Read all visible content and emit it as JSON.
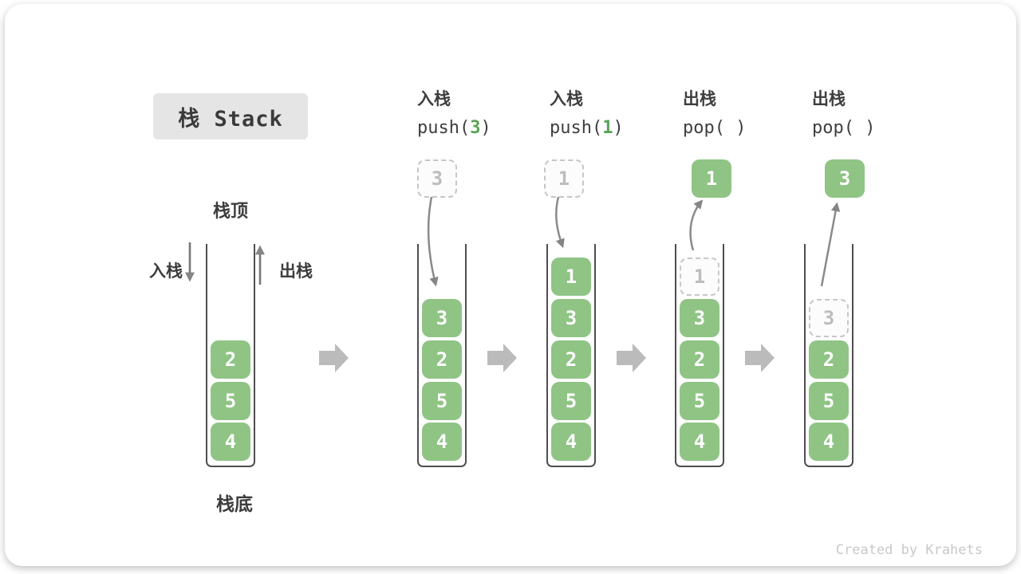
{
  "title": {
    "text": "栈 Stack"
  },
  "annotations": {
    "stack_top": "栈顶",
    "stack_bottom": "栈底",
    "push_side": "入栈",
    "pop_side": "出栈"
  },
  "operations": [
    {
      "cn": "入栈",
      "code_pre": "push(",
      "arg": "3",
      "code_post": ")"
    },
    {
      "cn": "入栈",
      "code_pre": "push(",
      "arg": "1",
      "code_post": ")"
    },
    {
      "cn": "出栈",
      "code_pre": "pop(",
      "arg": " ",
      "code_post": ")"
    },
    {
      "cn": "出栈",
      "code_pre": "pop(",
      "arg": " ",
      "code_post": ")"
    }
  ],
  "floating_values": [
    {
      "value": "3",
      "style": "ghost"
    },
    {
      "value": "1",
      "style": "ghost"
    },
    {
      "value": "1",
      "style": "solid"
    },
    {
      "value": "3",
      "style": "solid"
    }
  ],
  "stacks": [
    {
      "cells": [
        {
          "v": "2"
        },
        {
          "v": "5"
        },
        {
          "v": "4"
        }
      ]
    },
    {
      "cells": [
        {
          "v": "3"
        },
        {
          "v": "2"
        },
        {
          "v": "5"
        },
        {
          "v": "4"
        }
      ]
    },
    {
      "cells": [
        {
          "v": "1"
        },
        {
          "v": "3"
        },
        {
          "v": "2"
        },
        {
          "v": "5"
        },
        {
          "v": "4"
        }
      ]
    },
    {
      "cells": [
        {
          "v": "1",
          "state": "ghost"
        },
        {
          "v": "3"
        },
        {
          "v": "2"
        },
        {
          "v": "5"
        },
        {
          "v": "4"
        }
      ]
    },
    {
      "cells": [
        {
          "v": "3",
          "state": "ghost"
        },
        {
          "v": "2"
        },
        {
          "v": "5"
        },
        {
          "v": "4"
        }
      ]
    }
  ],
  "watermark": "Created by Krahets",
  "colors": {
    "cell_green": "#8fc485",
    "code_arg_green": "#5ba455",
    "block_arrow_gray": "#bbbbbb",
    "line_arrow_gray": "#858585",
    "text_dark": "#3d3d3d"
  }
}
